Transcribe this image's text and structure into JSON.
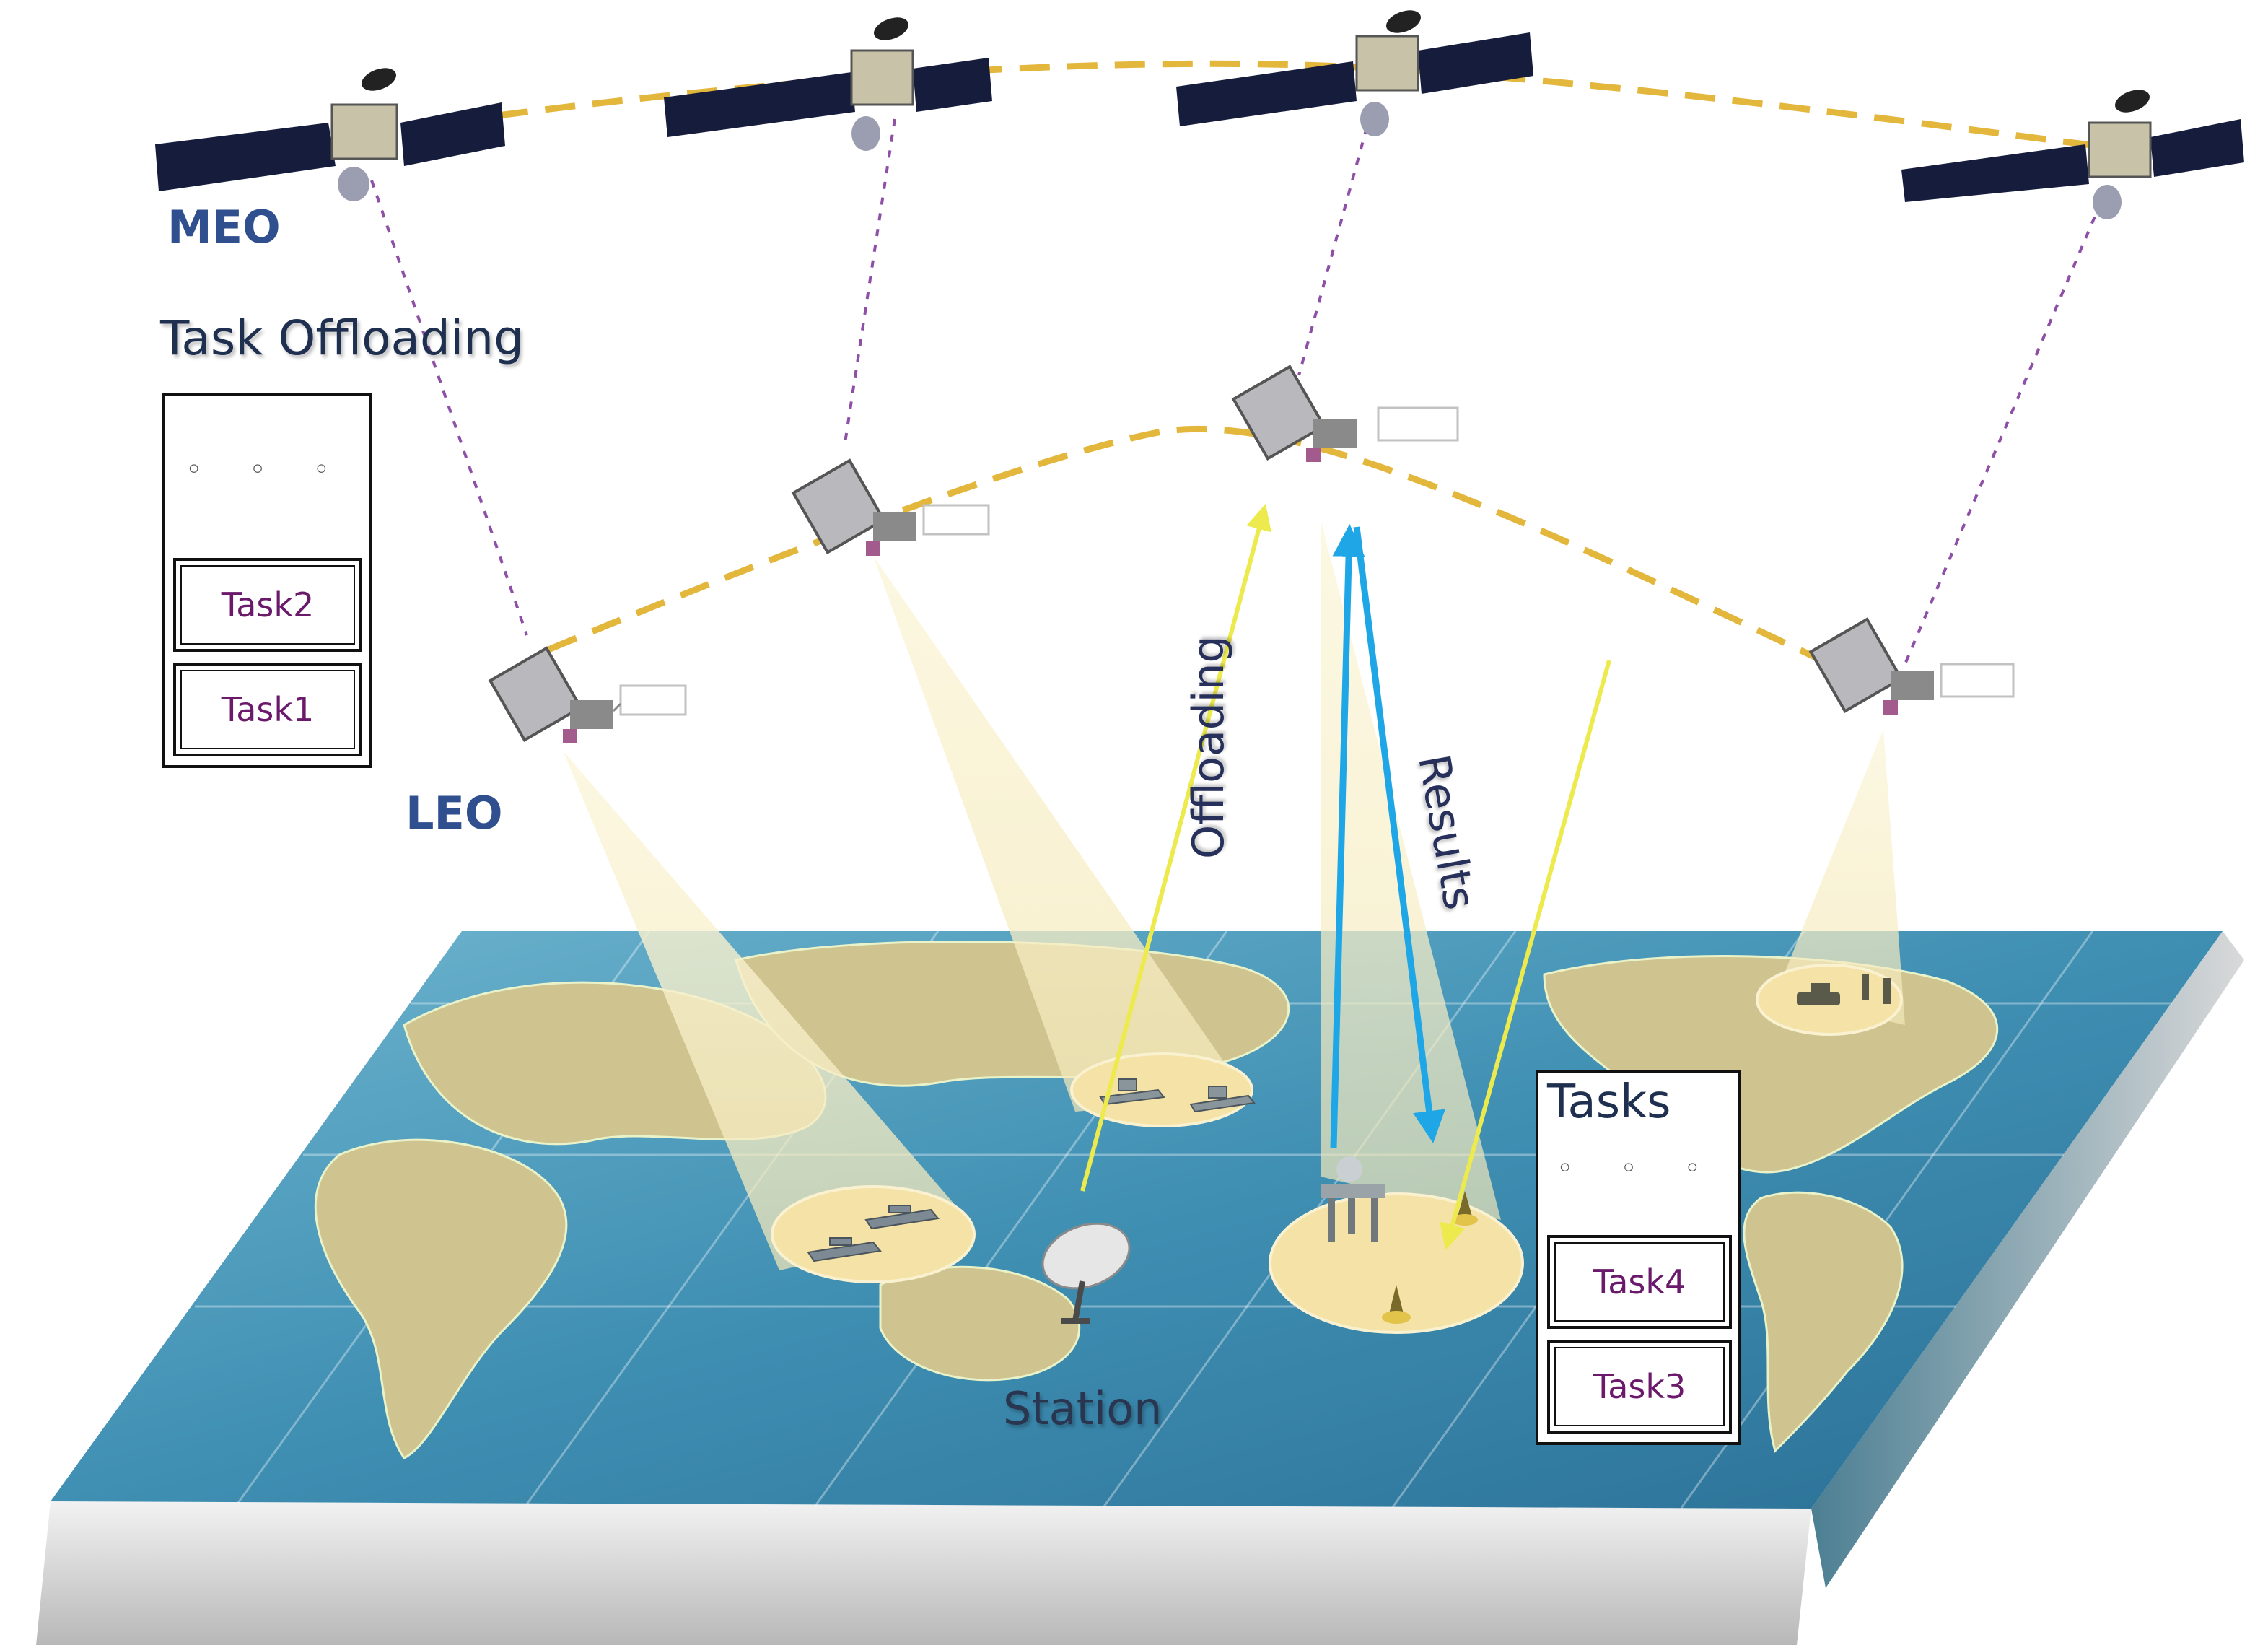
{
  "orbits": {
    "meo_label": "MEO",
    "leo_label": "LEO"
  },
  "task_offloading": {
    "title": "Task Offloading",
    "ellipsis": "◦ ◦ ◦",
    "tasks": [
      "Task2",
      "Task1"
    ]
  },
  "ground_tasks": {
    "title": "Tasks",
    "ellipsis": "◦ ◦ ◦",
    "tasks": [
      "Task4",
      "Task3"
    ]
  },
  "links": {
    "offloading_label": "Offloading",
    "results_label": "Results"
  },
  "station": {
    "label": "Station"
  },
  "colors": {
    "orbit_path": "#e3b63c",
    "crosslink": "#8e4fa6",
    "uplink_arrow": "#ecea4c",
    "result_arrow": "#1ea6e6",
    "beam": "#f7eebd",
    "coverage": "#f4e2a6",
    "ocean": "#3f8fb3",
    "land": "#cfc48f",
    "label_blue": "#2f4f8f",
    "task_text": "#6b1a6b"
  }
}
